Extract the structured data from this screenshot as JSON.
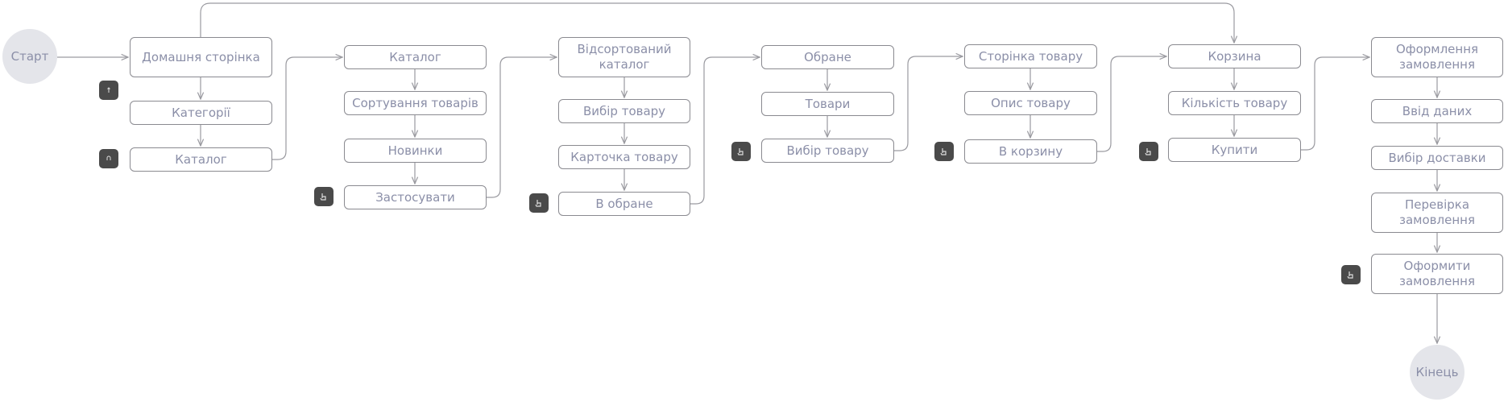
{
  "start": "Старт",
  "end": "Кінець",
  "columns": [
    {
      "nodes": [
        "Домашня сторінка",
        "Категорії",
        "Каталог"
      ]
    },
    {
      "nodes": [
        "Каталог",
        "Сортування товарів",
        "Новинки",
        "Застосувати"
      ]
    },
    {
      "nodes": [
        "Відсортований каталог",
        "Вибір товару",
        "Карточка товару",
        "В обране"
      ]
    },
    {
      "nodes": [
        "Обране",
        "Товари",
        "Вибір товару"
      ]
    },
    {
      "nodes": [
        "Сторінка товару",
        "Опис товару",
        "В корзину"
      ]
    },
    {
      "nodes": [
        "Корзина",
        "Кількість товару",
        "Купити"
      ]
    },
    {
      "nodes": [
        "Оформлення замовлення",
        "Ввід даних",
        "Вибір доставки",
        "Перевірка замовлення",
        "Оформити замовлення"
      ]
    }
  ],
  "badges": [
    {
      "icon": "tap-icon"
    },
    {
      "icon": "tap-icon"
    },
    {
      "icon": "click-icon"
    },
    {
      "icon": "click-icon"
    },
    {
      "icon": "click-icon"
    },
    {
      "icon": "click-icon"
    },
    {
      "icon": "click-icon"
    },
    {
      "icon": "click-icon"
    }
  ],
  "colors": {
    "line": "#9a9aa0",
    "text": "#8b8fa8",
    "badge": "#4a4a4a",
    "circle": "#e4e5ea"
  }
}
